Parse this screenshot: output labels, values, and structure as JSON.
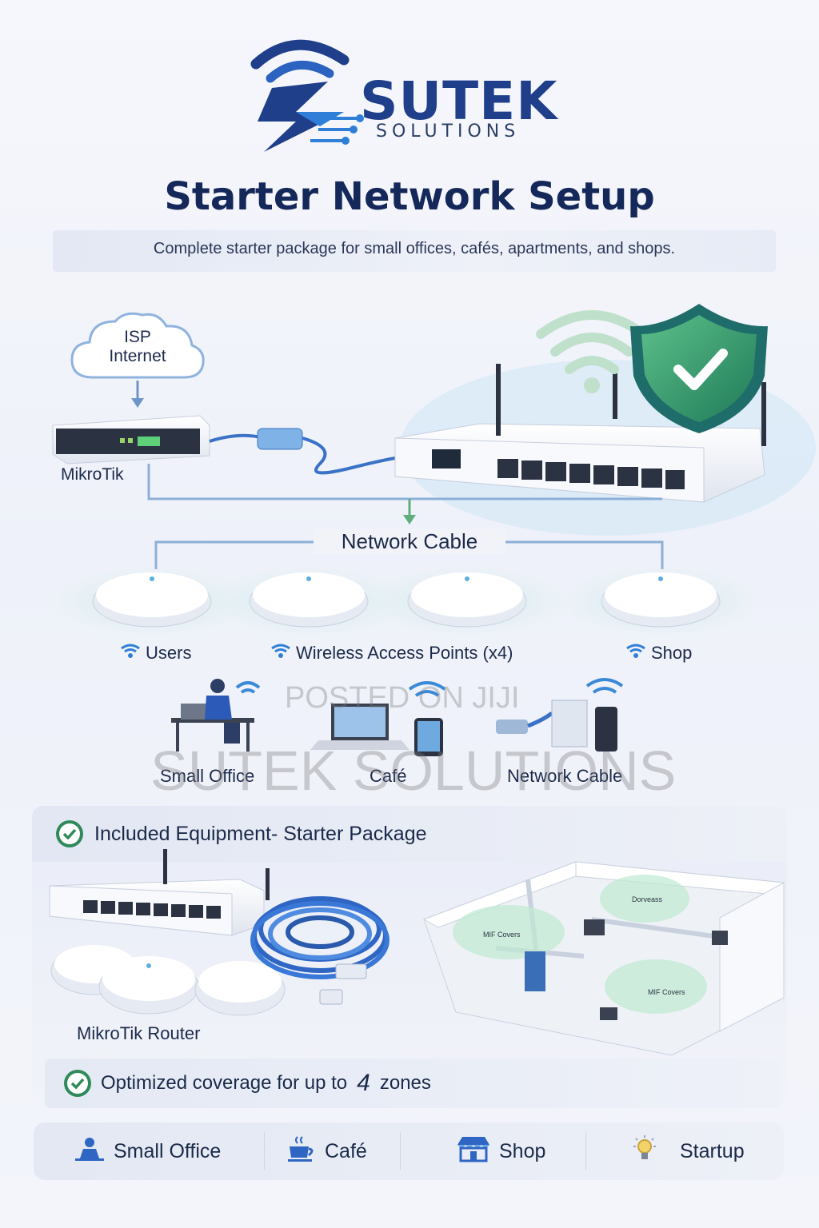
{
  "brand": {
    "name": "SUTEK",
    "sub": "SOLUTIONS",
    "colors": {
      "navy": "#1f3f8a",
      "blue": "#3c7fd1",
      "green": "#2f8a5a"
    }
  },
  "title": "Starter Network Setup",
  "subtitle": "Complete starter package for small offices, cafés, apartments, and shops.",
  "diagram": {
    "cloud": {
      "line1": "ISP",
      "line2": "Internet"
    },
    "router_label": "MikroTik",
    "cable_label": "Network Cable",
    "ap_labels": {
      "users": "Users",
      "wap": "Wireless Access Points (x4)",
      "shop": "Shop"
    },
    "scenes": {
      "office": "Small Office",
      "cafe": "Café",
      "cable": "Network Cable"
    }
  },
  "equipment": {
    "header": "Included Equipment- Starter Package",
    "router_caption": "MikroTik Router",
    "floor_zones": [
      "MIF Covers",
      "Dorveass",
      "MIF Covers"
    ],
    "coverage_prefix": "Optimized coverage for up to",
    "coverage_count": "4",
    "coverage_suffix": "zones"
  },
  "footer": {
    "items": [
      {
        "label": "Small Office",
        "icon": "office-worker-icon"
      },
      {
        "label": "Café",
        "icon": "coffee-cup-icon"
      },
      {
        "label": "Shop",
        "icon": "storefront-icon"
      },
      {
        "label": "Startup",
        "icon": "lightbulb-icon"
      }
    ]
  },
  "watermark": {
    "line1": "POSTED ON JIJI",
    "line2": "SUTEK SOLUTIONS"
  }
}
